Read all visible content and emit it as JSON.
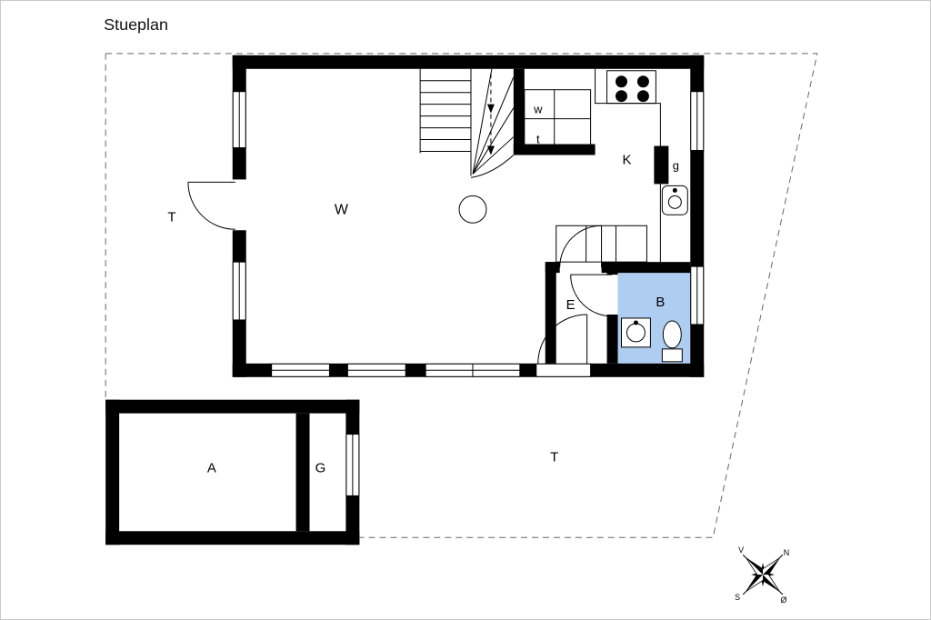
{
  "title": "Stueplan",
  "labels": {
    "living_room": "W",
    "kitchen": "K",
    "entry": "E",
    "bathroom": "B",
    "terrace_west": "T",
    "terrace_south": "T",
    "annex": "A",
    "garage": "G",
    "closet_w": "w",
    "closet_t": "t",
    "niche_g": "g"
  },
  "compass": {
    "north": "N",
    "south": "S",
    "west": "V",
    "east": "Ø"
  },
  "colors": {
    "wall": "#000000",
    "bathroom_fill": "#aecdf1",
    "boundary": "#666666"
  }
}
